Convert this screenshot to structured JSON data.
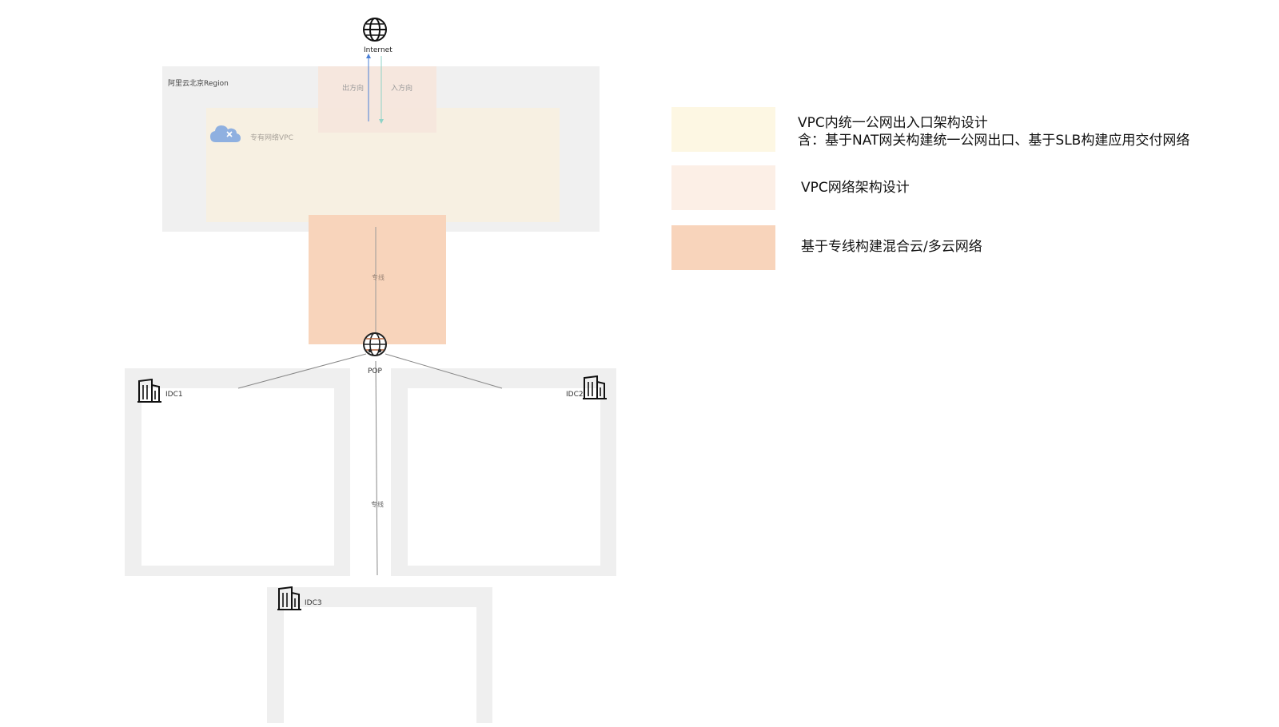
{
  "diagram": {
    "internet_label": "Internet",
    "region_label": "阿里云北京Region",
    "vpc_label": "专有网络VPC",
    "outbound_label": "出方向",
    "inbound_label": "入方向",
    "dedicated_line_label": "专线",
    "pop_label": "POP",
    "idc1_label": "IDC1",
    "idc2_label": "IDC2",
    "idc3_label": "IDC3",
    "dedicated_line_label_2": "专线"
  },
  "legend": {
    "item1_title": "VPC内统一公网出入口架构设计",
    "item1_sub": "含：基于NAT网关构建统一公网出口、基于SLB构建应用交付网络",
    "item2_title": "VPC网络架构设计",
    "item3_title": "基于专线构建混合云/多云网络"
  },
  "colors": {
    "region_bg": "#f0f0f0",
    "vpc_bg": "#f7f0e2",
    "direction_bg": "#f5e6dc",
    "dedicated_line_bg": "#f8d4bb",
    "legend1": "#fdf7e3",
    "legend2": "#fcefe6",
    "legend3": "#f8d4bb",
    "outbound_arrow": "#4a7fd6",
    "inbound_arrow": "#8fd3c7"
  },
  "icons": {
    "internet": "globe-icon",
    "vpc": "cloud-icon",
    "pop": "globe-network-icon",
    "idc": "building-icon"
  }
}
